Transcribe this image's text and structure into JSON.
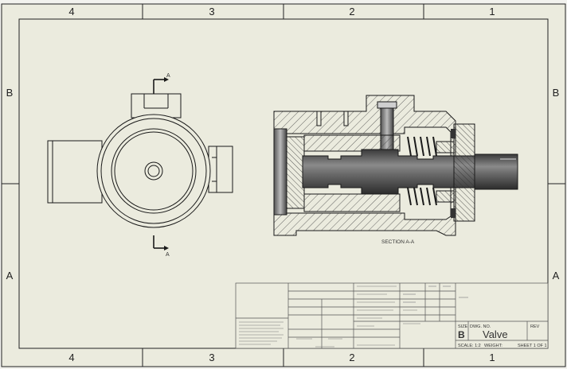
{
  "sheet": {
    "zones_top": [
      "4",
      "3",
      "2",
      "1"
    ],
    "zones_bottom": [
      "4",
      "3",
      "2",
      "1"
    ],
    "zones_left": [
      "B",
      "A"
    ],
    "zones_right": [
      "B",
      "A"
    ]
  },
  "views": {
    "section_marker_top": "A",
    "section_marker_bottom": "A",
    "section_caption": "SECTION A-A"
  },
  "title_block": {
    "size_label": "SIZE",
    "dwg_no_label": "DWG. NO.",
    "rev_label": "REV",
    "size_value": "B",
    "drawing_title": "Valve",
    "scale": "SCALE: 1:2",
    "weight": "WEIGHT:",
    "sheet": "SHEET 1 OF 1"
  },
  "colors": {
    "sheet_bg": "#ebebde",
    "outer_bg": "#f2f2ee",
    "line": "#1a1a1a",
    "hatch": "#444444",
    "shaft": "#6f6f6f"
  }
}
